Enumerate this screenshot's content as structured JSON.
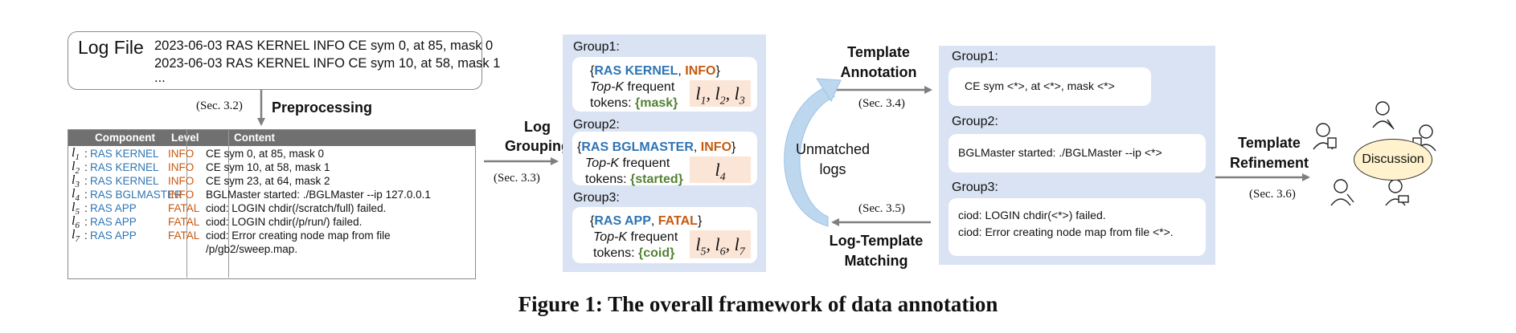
{
  "log_file": {
    "title": "Log File",
    "lines": [
      "2023-06-03 RAS KERNEL INFO CE sym 0, at 85, mask 0",
      "2023-06-03 RAS KERNEL INFO CE sym 10, at 58, mask 1",
      "..."
    ]
  },
  "preprocessing": {
    "section": "(Sec. 3.2)",
    "label": "Preprocessing"
  },
  "table": {
    "headers": [
      "Component",
      "Level",
      "Content"
    ],
    "rows": [
      {
        "id": "l",
        "sub": "1",
        "component": "RAS KERNEL",
        "level": "INFO",
        "content": "CE sym 0, at 85, mask 0",
        "content2": ""
      },
      {
        "id": "l",
        "sub": "2",
        "component": "RAS KERNEL",
        "level": "INFO",
        "content": "CE sym 10, at 58, mask 1",
        "content2": ""
      },
      {
        "id": "l",
        "sub": "3",
        "component": "RAS KERNEL",
        "level": "INFO",
        "content": "CE sym 23, at 64, mask 2",
        "content2": ""
      },
      {
        "id": "l",
        "sub": "4",
        "component": "RAS BGLMASTER",
        "level": "INFO",
        "content": "BGLMaster started: ./BGLMaster --ip 127.0.0.1",
        "content2": ""
      },
      {
        "id": "l",
        "sub": "5",
        "component": "RAS APP",
        "level": "FATAL",
        "content": "ciod: LOGIN chdir(/scratch/full) failed.",
        "content2": ""
      },
      {
        "id": "l",
        "sub": "6",
        "component": "RAS APP",
        "level": "FATAL",
        "content": "ciod: LOGIN chdir(/p/run/) failed.",
        "content2": ""
      },
      {
        "id": "l",
        "sub": "7",
        "component": "RAS APP",
        "level": "FATAL",
        "content": "ciod: Error creating node map from file",
        "content2": "/p/gb2/sweep.map."
      }
    ]
  },
  "log_grouping": {
    "label_line1": "Log",
    "label_line2": "Grouping",
    "section": "(Sec. 3.3)"
  },
  "groups": [
    {
      "title": "Group1:",
      "component": "RAS KERNEL",
      "level": "INFO",
      "topk": "Top-K",
      "frequent": " frequent",
      "tokens_label": "tokens: ",
      "token": "{mask}",
      "ids": [
        "1",
        "2",
        "3"
      ]
    },
    {
      "title": "Group2:",
      "component": "RAS BGLMASTER",
      "level": "INFO",
      "topk": "Top-K",
      "frequent": " frequent",
      "tokens_label": "tokens: ",
      "token": "{started}",
      "ids": [
        "4"
      ]
    },
    {
      "title": "Group3:",
      "component": "RAS APP",
      "level": "FATAL",
      "topk": "Top-K",
      "frequent": " frequent",
      "tokens_label": "tokens: ",
      "token": "{coid}",
      "ids": [
        "5",
        "6",
        "7"
      ]
    }
  ],
  "template_annotation": {
    "label_line1": "Template",
    "label_line2": "Annotation",
    "section": "(Sec. 3.4)"
  },
  "unmatched": {
    "line1": "Unmatched",
    "line2": "logs"
  },
  "log_template_matching": {
    "label_line1": "Log-Template",
    "label_line2": "Matching",
    "section": "(Sec. 3.5)"
  },
  "templates": [
    {
      "title": "Group1:",
      "lines": [
        "CE sym <*>, at <*>, mask <*>"
      ]
    },
    {
      "title": "Group2:",
      "lines": [
        "BGLMaster started: ./BGLMaster --ip <*>"
      ]
    },
    {
      "title": "Group3:",
      "lines": [
        "ciod: LOGIN chdir(<*>) failed.",
        "ciod: Error creating node map from file <*>."
      ]
    }
  ],
  "template_refinement": {
    "label_line1": "Template",
    "label_line2": "Refinement",
    "section": "(Sec. 3.6)"
  },
  "discussion": {
    "label": "Discussion"
  },
  "caption": "Figure 1: The overall framework of data annotation",
  "colors": {
    "blue": "#2e74b5",
    "orange": "#c55a11",
    "green": "#548235",
    "panel": "#dae3f3",
    "lbox": "#fbe5d6",
    "discussion": "#fff2cc"
  }
}
